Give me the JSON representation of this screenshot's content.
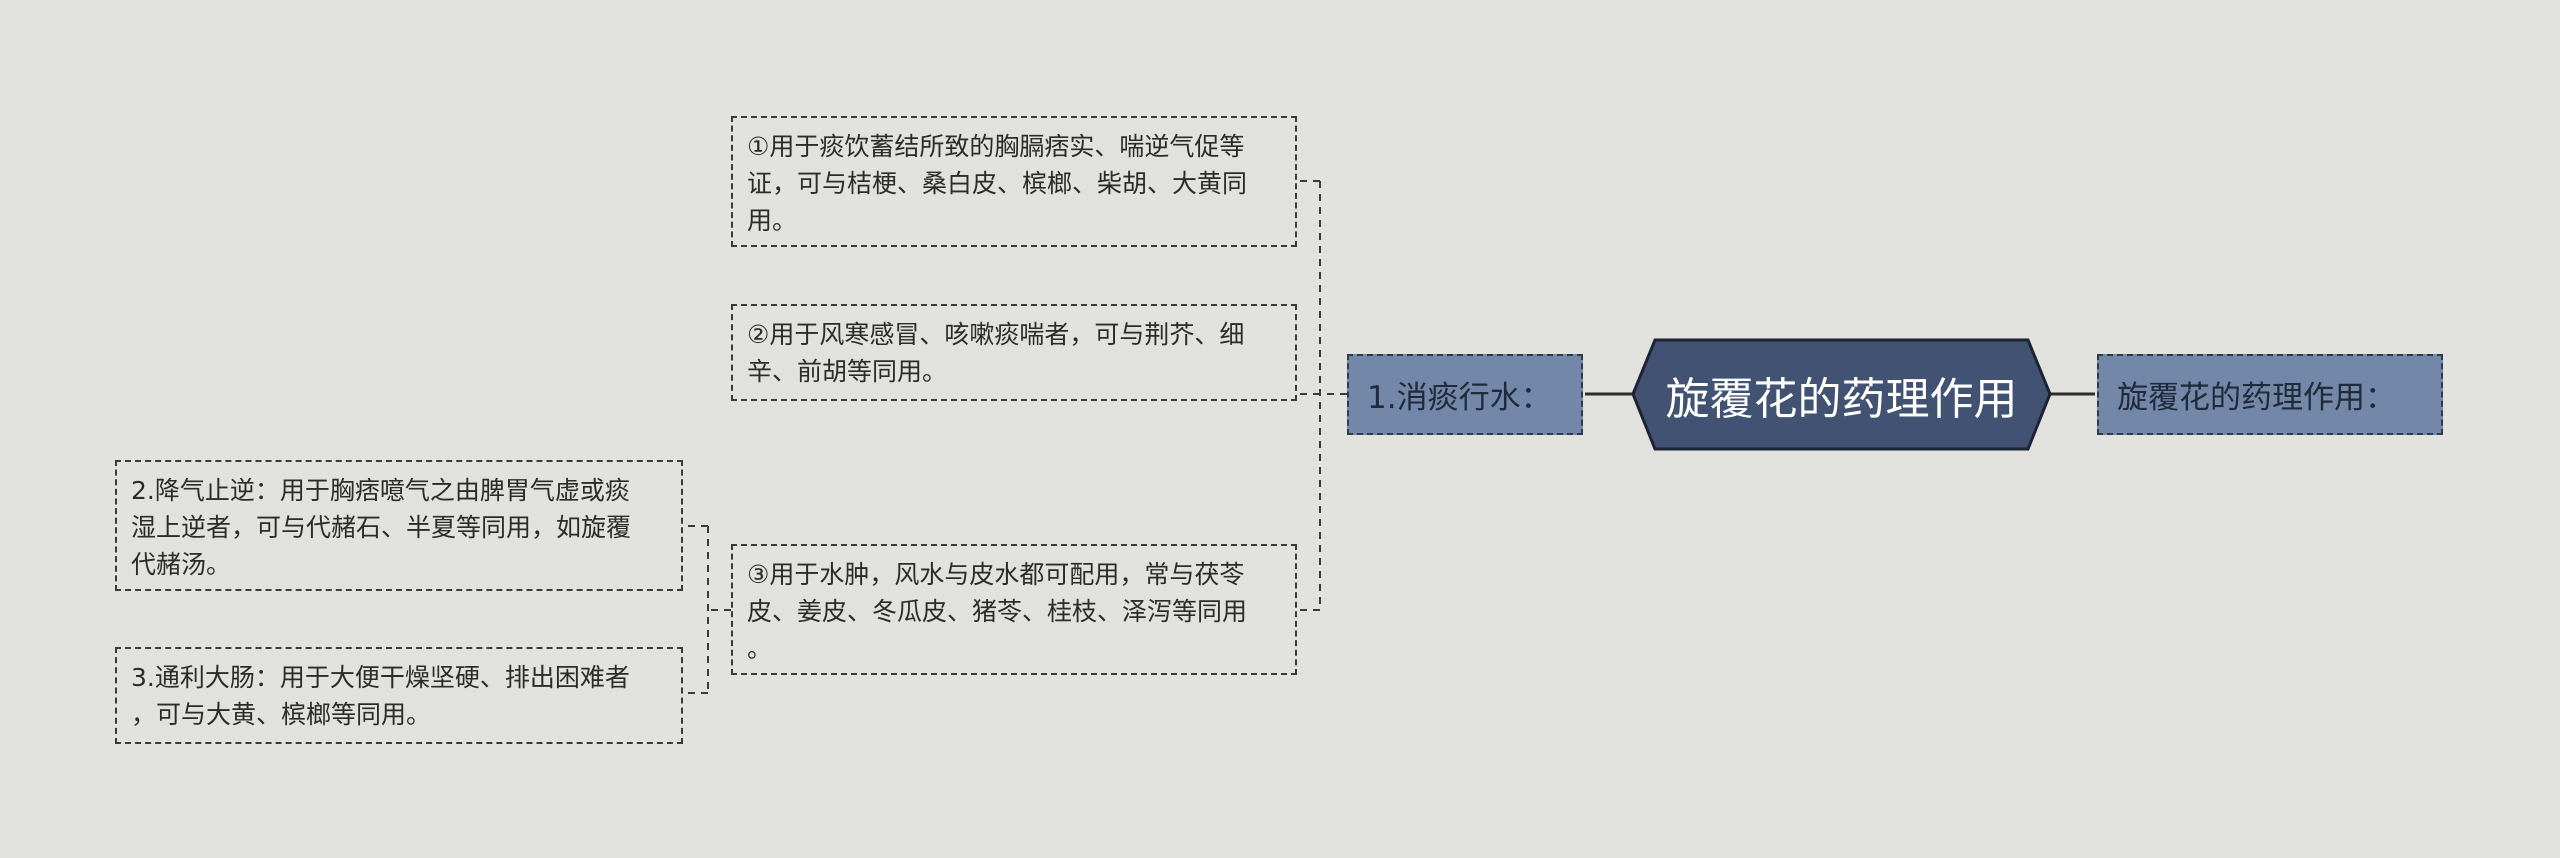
{
  "central": {
    "title": "旋覆花的药理作用"
  },
  "right_topic": {
    "label": "旋覆花的药理作用："
  },
  "main_topic": {
    "label": "1.消痰行水："
  },
  "use_items": [
    {
      "text": "①用于痰饮蓄结所致的胸膈痞实、喘逆气促等\n证，可与桔梗、桑白皮、槟榔、柴胡、大黄同\n用。"
    },
    {
      "text": "②用于风寒感冒、咳嗽痰喘者，可与荆芥、细\n辛、前胡等同用。"
    },
    {
      "text": "③用于水肿，风水与皮水都可配用，常与茯苓\n皮、姜皮、冬瓜皮、猪苓、桂枝、泽泻等同用\n。"
    }
  ],
  "side_items": [
    {
      "text": "2.降气止逆：用于胸痞噫气之由脾胃气虚或痰\n湿上逆者，可与代赭石、半夏等同用，如旋覆\n代赭汤。"
    },
    {
      "text": "3.通利大肠：用于大便干燥坚硬、排出困难者\n，可与大黄、槟榔等同用。"
    }
  ],
  "colors": {
    "background": "#e1e1dd",
    "central_fill": "#415272",
    "topic_fill": "#7388a8",
    "line": "#3a3a3a"
  }
}
